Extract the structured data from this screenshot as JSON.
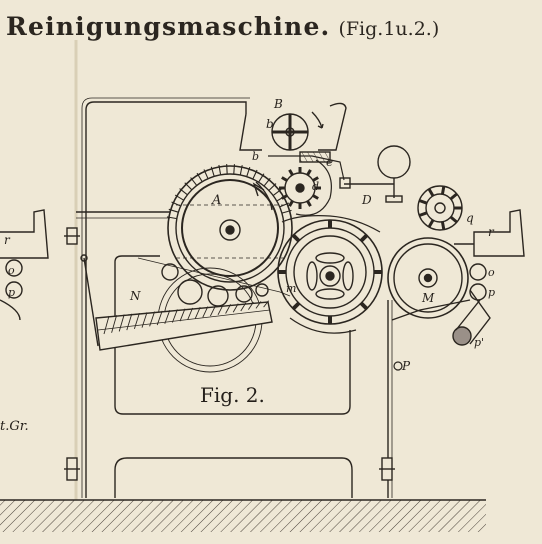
{
  "title": {
    "main": "Reinigungsmaschine.",
    "fig_ref": "(Fig.1u.2.)"
  },
  "figure_caption": "Fig. 2.",
  "scale_note": "t.Gr.",
  "part_labels": {
    "A": "A",
    "B": "B",
    "b_upper": "b",
    "b_left": "b",
    "e": "e",
    "D": "D",
    "d": "d",
    "N": "N",
    "M": "M",
    "m": "m",
    "r_left": "r",
    "r_right": "r",
    "q": "q",
    "o_left": "o",
    "o_right": "o",
    "p_left": "p",
    "p_right": "p",
    "p_prime": "p'",
    "P": "P"
  },
  "colors": {
    "paper": "#efe8d6",
    "ink": "#2b2620"
  }
}
